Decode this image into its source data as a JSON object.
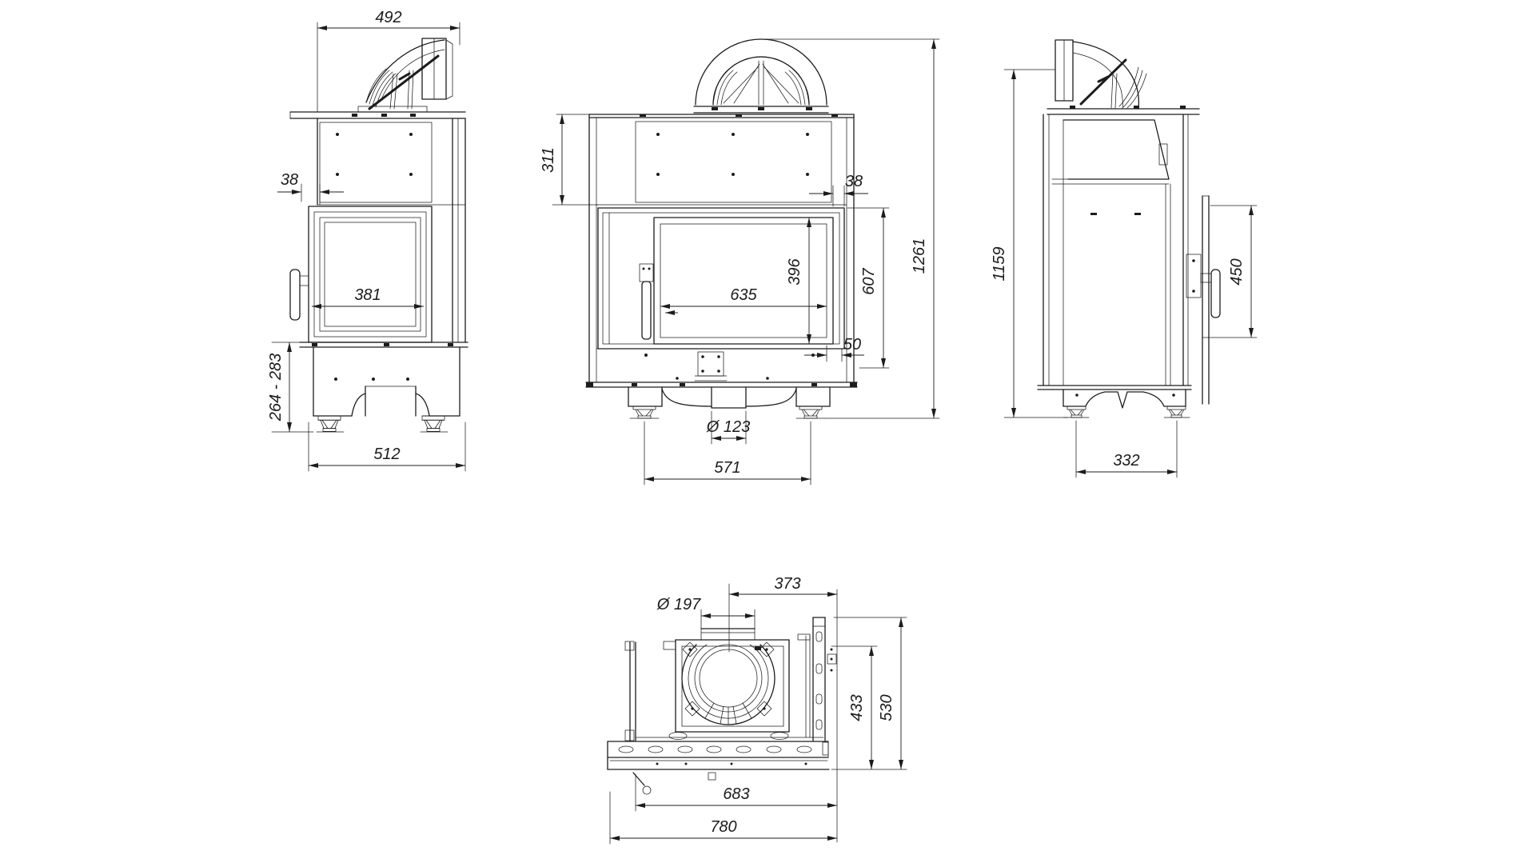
{
  "page": {
    "background": "#ffffff",
    "line_color": "#1c1c1c"
  },
  "views": {
    "left_side": {
      "dims": {
        "top_depth": "492",
        "front_gap": "38",
        "side_glass_width": "381",
        "base_height_range": "264 - 283",
        "bottom_depth": "512"
      }
    },
    "front": {
      "dims": {
        "hood_panel_height": "311",
        "frame_gap": "38",
        "glass_width": "635",
        "glass_height": "396",
        "door_height": "607",
        "overall_height": "1261",
        "bottom_gap": "50",
        "air_inlet_diameter": "Ø 123",
        "feet_spacing": "571"
      }
    },
    "right_side": {
      "dims": {
        "body_height": "1159",
        "handle_height": "450",
        "feet_spacing": "332"
      }
    },
    "top": {
      "dims": {
        "flue_diameter": "Ø 197",
        "flue_offset": "373",
        "body_depth": "433",
        "overall_depth": "530",
        "body_width": "683",
        "overall_width": "780"
      }
    }
  }
}
